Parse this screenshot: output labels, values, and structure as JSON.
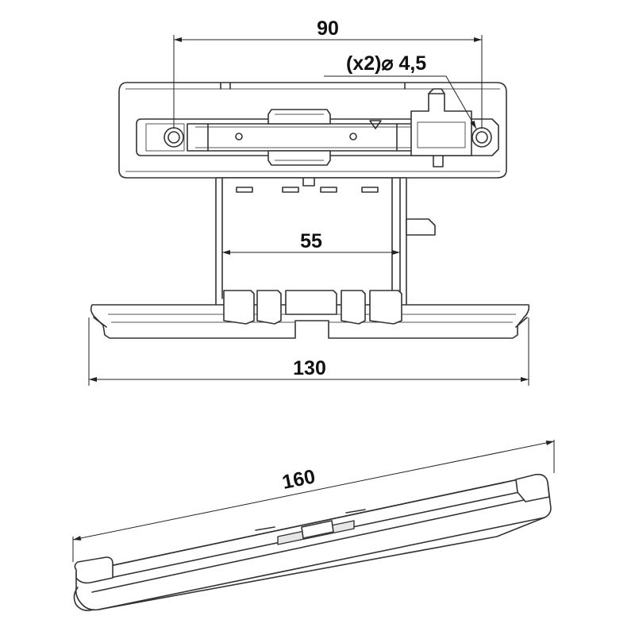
{
  "dimensions": {
    "top_hole_spacing": "90",
    "hole_spec": "(x2)⌀ 4,5",
    "inner_width": "55",
    "base_width": "130",
    "side_length": "160"
  },
  "colors": {
    "line": "#333333",
    "fill_light": "#e6e6e6",
    "background": "#ffffff"
  }
}
